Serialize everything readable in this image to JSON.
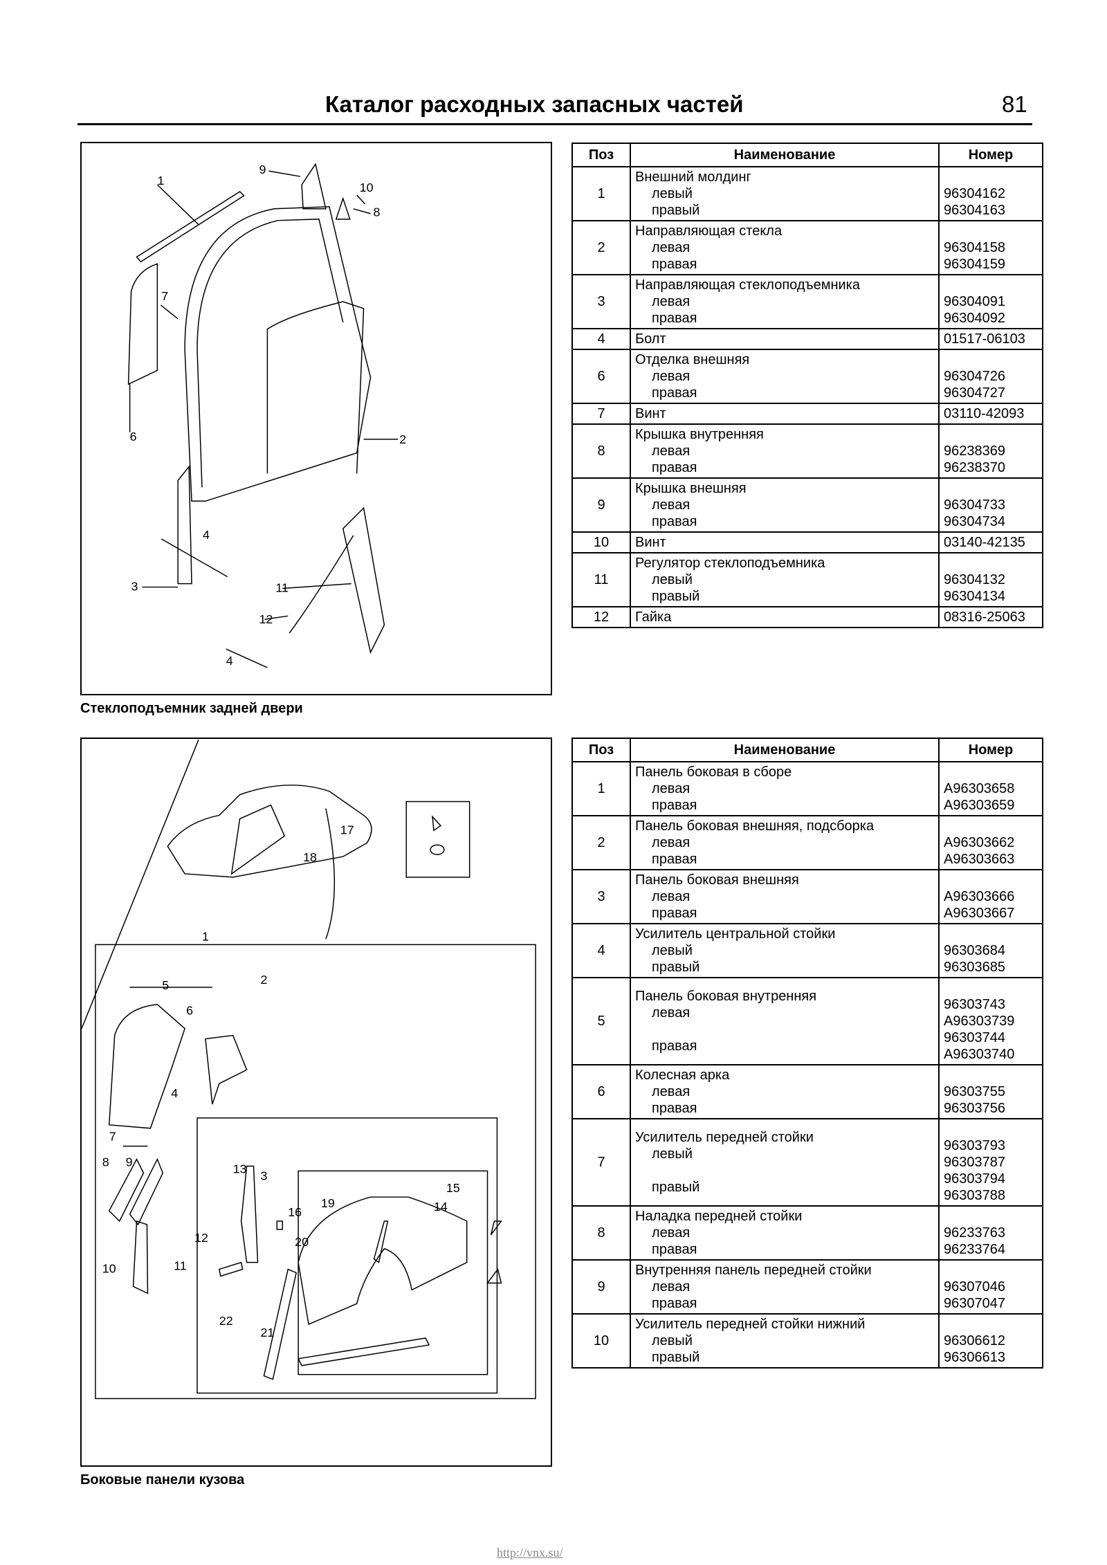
{
  "header": {
    "title": "Каталог расходных запасных частей",
    "page_number": "81"
  },
  "figure1": {
    "caption": "Стеклоподъемник задней двери",
    "callouts": [
      "1",
      "2",
      "3",
      "4",
      "4",
      "6",
      "7",
      "8",
      "9",
      "10",
      "11",
      "12"
    ]
  },
  "figure2": {
    "caption": "Боковые панели кузова",
    "callouts": [
      "1",
      "2",
      "3",
      "4",
      "5",
      "6",
      "7",
      "8",
      "9",
      "10",
      "11",
      "12",
      "13",
      "14",
      "15",
      "16",
      "17",
      "18",
      "19",
      "20",
      "21",
      "22"
    ]
  },
  "table1": {
    "columns": [
      "Поз",
      "Наименование",
      "Номер"
    ],
    "rows": [
      {
        "pos": "1",
        "name": "Внешний молдинг",
        "variants": [
          {
            "label": "левый",
            "num": "96304162"
          },
          {
            "label": "правый",
            "num": "96304163"
          }
        ]
      },
      {
        "pos": "2",
        "name": "Направляющая стекла",
        "variants": [
          {
            "label": "левая",
            "num": "96304158"
          },
          {
            "label": "правая",
            "num": "96304159"
          }
        ]
      },
      {
        "pos": "3",
        "name": "Направляющая стеклоподъемника",
        "variants": [
          {
            "label": "левая",
            "num": "96304091"
          },
          {
            "label": "правая",
            "num": "96304092"
          }
        ]
      },
      {
        "pos": "4",
        "name": "Болт",
        "num": "01517-06103"
      },
      {
        "pos": "6",
        "name": "Отделка внешняя",
        "variants": [
          {
            "label": "левая",
            "num": "96304726"
          },
          {
            "label": "правая",
            "num": "96304727"
          }
        ]
      },
      {
        "pos": "7",
        "name": "Винт",
        "num": "03110-42093"
      },
      {
        "pos": "8",
        "name": "Крышка внутренняя",
        "variants": [
          {
            "label": "левая",
            "num": "96238369"
          },
          {
            "label": "правая",
            "num": "96238370"
          }
        ]
      },
      {
        "pos": "9",
        "name": "Крышка внешняя",
        "variants": [
          {
            "label": "левая",
            "num": "96304733"
          },
          {
            "label": "правая",
            "num": "96304734"
          }
        ]
      },
      {
        "pos": "10",
        "name": "Винт",
        "num": "03140-42135"
      },
      {
        "pos": "11",
        "name": "Регулятор стеклоподъемника",
        "variants": [
          {
            "label": "левый",
            "num": "96304132"
          },
          {
            "label": "правый",
            "num": "96304134"
          }
        ]
      },
      {
        "pos": "12",
        "name": "Гайка",
        "num": "08316-25063"
      }
    ]
  },
  "table2": {
    "columns": [
      "Поз",
      "Наименование",
      "Номер"
    ],
    "rows": [
      {
        "pos": "1",
        "name": "Панель боковая в сборе",
        "variants": [
          {
            "label": "левая",
            "num": "A96303658"
          },
          {
            "label": "правая",
            "num": "A96303659"
          }
        ]
      },
      {
        "pos": "2",
        "name": "Панель боковая внешняя, подсборка",
        "variants": [
          {
            "label": "левая",
            "num": "A96303662"
          },
          {
            "label": "правая",
            "num": "A96303663"
          }
        ]
      },
      {
        "pos": "3",
        "name": "Панель боковая внешняя",
        "variants": [
          {
            "label": "левая",
            "num": "A96303666"
          },
          {
            "label": "правая",
            "num": "A96303667"
          }
        ]
      },
      {
        "pos": "4",
        "name": "Усилитель центральной стойки",
        "variants": [
          {
            "label": "левый",
            "num": "96303684"
          },
          {
            "label": "правый",
            "num": "96303685"
          }
        ]
      },
      {
        "pos": "5",
        "name": "Панель боковая внутренняя",
        "names_text": "левая\n\nправая",
        "nums_text": "96303743\nA96303739\n96303744\nA96303740"
      },
      {
        "pos": "6",
        "name": "Колесная арка",
        "variants": [
          {
            "label": "левая",
            "num": "96303755"
          },
          {
            "label": "правая",
            "num": "96303756"
          }
        ]
      },
      {
        "pos": "7",
        "name": "Усилитель передней стойки",
        "names_text": "левый\n\nправый",
        "nums_text": "96303793\n96303787\n96303794\n96303788"
      },
      {
        "pos": "8",
        "name": "Наладка передней стойки",
        "variants": [
          {
            "label": "левая",
            "num": "96233763"
          },
          {
            "label": "правая",
            "num": "96233764"
          }
        ]
      },
      {
        "pos": "9",
        "name": "Внутренняя панель передней стойки",
        "variants": [
          {
            "label": "левая",
            "num": "96307046"
          },
          {
            "label": "правая",
            "num": "96307047"
          }
        ]
      },
      {
        "pos": "10",
        "name": "Усилитель передней стойки нижний",
        "variants": [
          {
            "label": "левый",
            "num": "96306612"
          },
          {
            "label": "правый",
            "num": "96306613"
          }
        ]
      }
    ]
  },
  "footer": {
    "url": "http://vnx.su/"
  }
}
